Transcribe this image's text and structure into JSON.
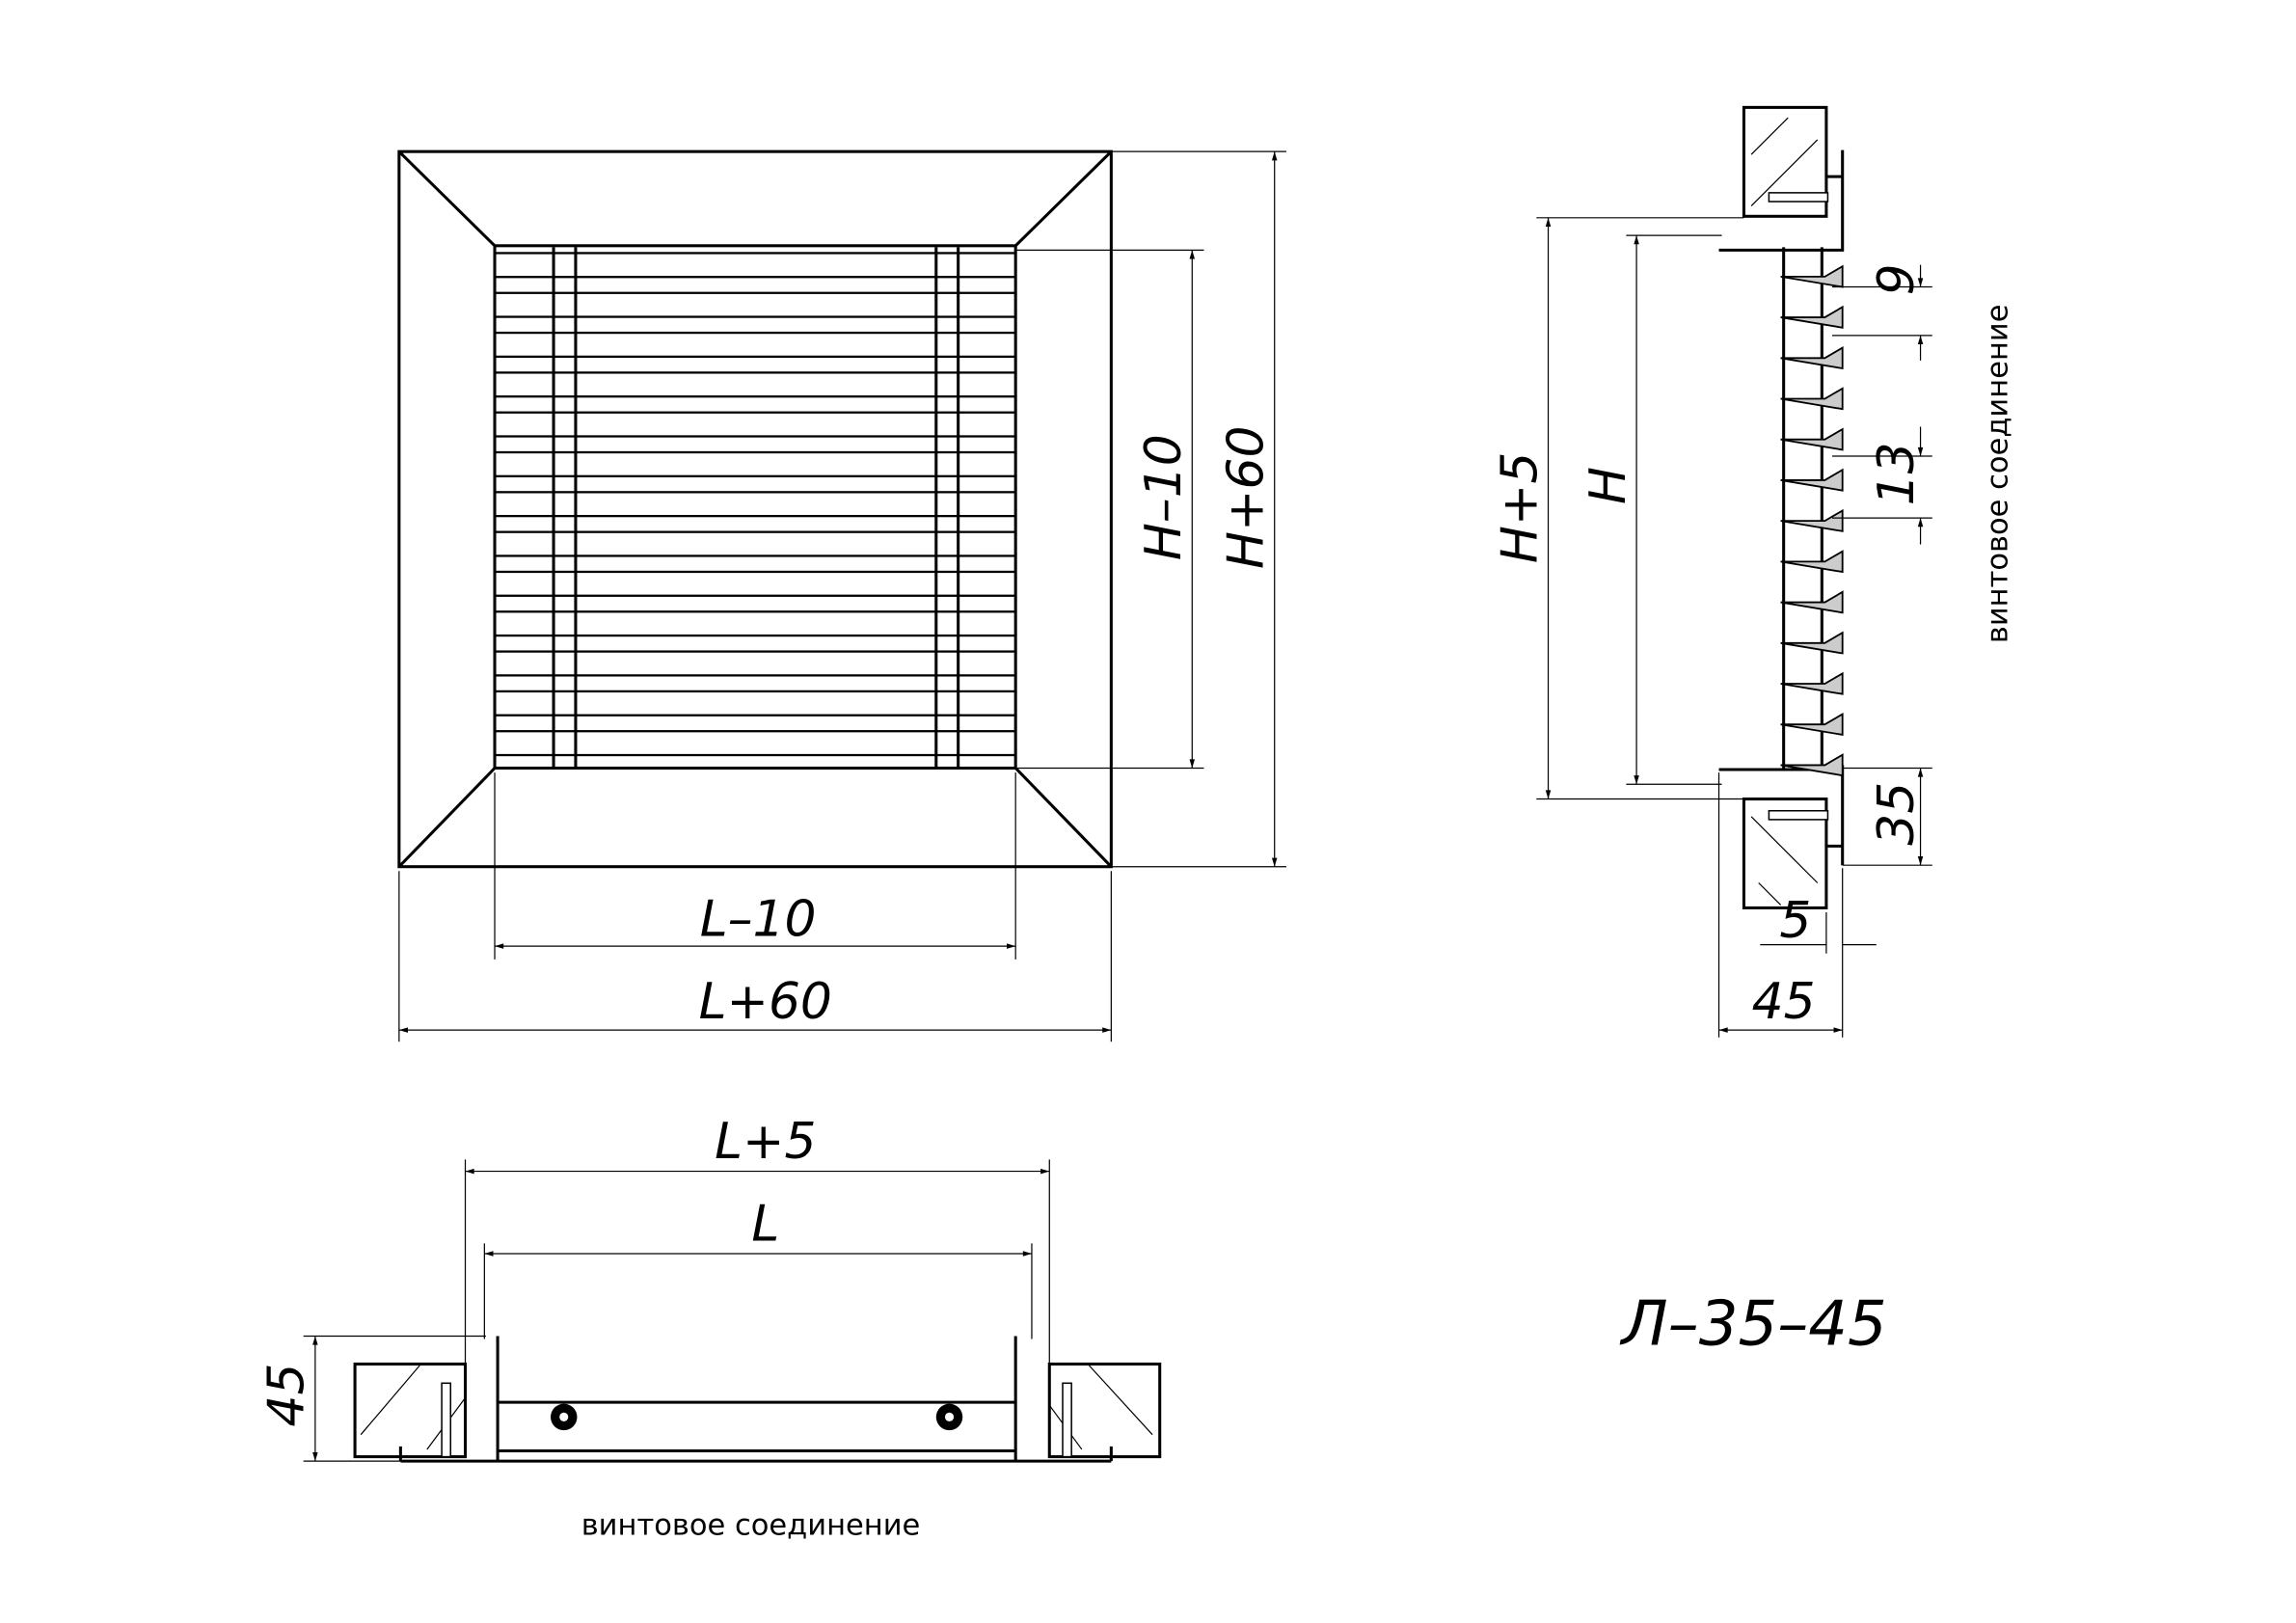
{
  "front_view": {
    "dim_inner_height": "H–10",
    "dim_outer_height": "H+60",
    "dim_inner_width": "L–10",
    "dim_outer_width": "L+60",
    "slat_count": 13
  },
  "side_view": {
    "dim_opening_height": "H+5",
    "dim_height": "H",
    "dim_slat_width": "9",
    "dim_slat_pitch": "13",
    "dim_frame_width": "35",
    "dim_flange": "5",
    "dim_depth": "45",
    "connection_label": "винтовое соединение"
  },
  "bottom_view": {
    "dim_opening_width": "L+5",
    "dim_width": "L",
    "dim_depth": "45",
    "connection_label": "винтовое соединение"
  },
  "model_code": "Л–35–45"
}
